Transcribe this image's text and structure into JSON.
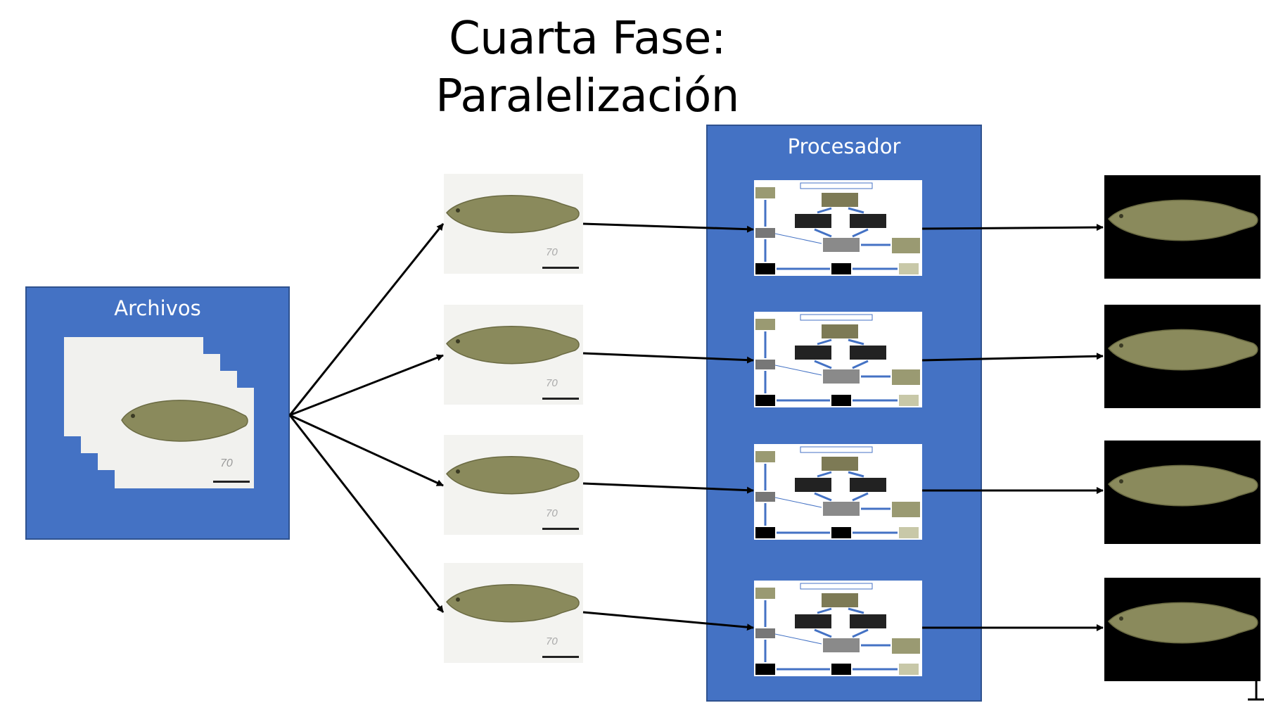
{
  "title": {
    "line1": "Cuarta Fase:",
    "line2": "Paralelización"
  },
  "archivos": {
    "label": "Archivos",
    "stack_count": 4
  },
  "procesador": {
    "label": "Procesador",
    "pipeline_count": 4
  },
  "photo_annotations": {
    "number": "70"
  },
  "colors": {
    "box_blue": "#4472c4",
    "box_border": "#2f528f",
    "fish": "#8a8a5c",
    "arrow": "#000000"
  }
}
